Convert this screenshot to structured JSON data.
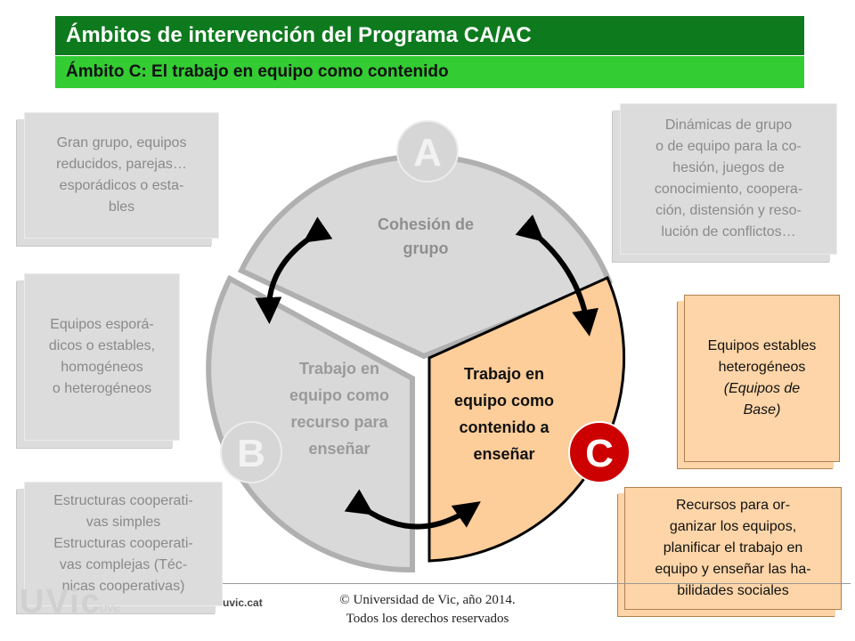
{
  "header": {
    "title": "Ámbitos de intervención del Programa CA/AC",
    "subtitle": "Ámbito C: El trabajo en  equipo como contenido"
  },
  "diagram": {
    "sector_a": {
      "letter": "A",
      "label_line1": "Cohesión de",
      "label_line2": "grupo"
    },
    "sector_b": {
      "letter": "B",
      "label_line1": "Trabajo en",
      "label_line2": "equipo como",
      "label_line3": "recurso para",
      "label_line4": "enseñar"
    },
    "sector_c": {
      "letter": "C",
      "label_line1": "Trabajo en",
      "label_line2": "equipo como",
      "label_line3": "contenido a",
      "label_line4": "enseñar"
    }
  },
  "left_boxes": [
    {
      "text": "Gran grupo, equipos\nreducidos, parejas…\nesporádicos o esta-\nbles"
    },
    {
      "text": "Equipos esporá-\ndicos o estables,\nhomogéneos\no heterogéneos"
    },
    {
      "text": "Estructuras cooperati-\nvas simples\nEstructuras cooperati-\nvas complejas (Téc-\nnicas cooperativas)"
    }
  ],
  "right_boxes": {
    "top": "Dinámicas de grupo\no de equipo para la co-\nhesión, juegos de\nconocimiento, coopera-\nción, distensión y reso-\nlución de conflictos…",
    "middle_line1": "Equipos estables",
    "middle_line2": "heterogéneos",
    "middle_line3": "(Equipos de",
    "middle_line4": "Base)",
    "bottom": "Recursos para or-\nganizar los equipos,\nplanificar el trabajo en\nequipo y enseñar las ha-\nbilidades sociales"
  },
  "footer": {
    "copyright": "© Universidad de Vic, año 2014.\nTodos los derechos reservados",
    "site": "uvic.cat",
    "logo": "UVic",
    "logo_sub": "UVic"
  },
  "colors": {
    "title_bg": "#0e7a1e",
    "subtitle_bg": "#33cc33",
    "sector_gray": "#d9d9d9",
    "sector_c": "#fdcd9a",
    "badge_c": "#cc0000"
  }
}
